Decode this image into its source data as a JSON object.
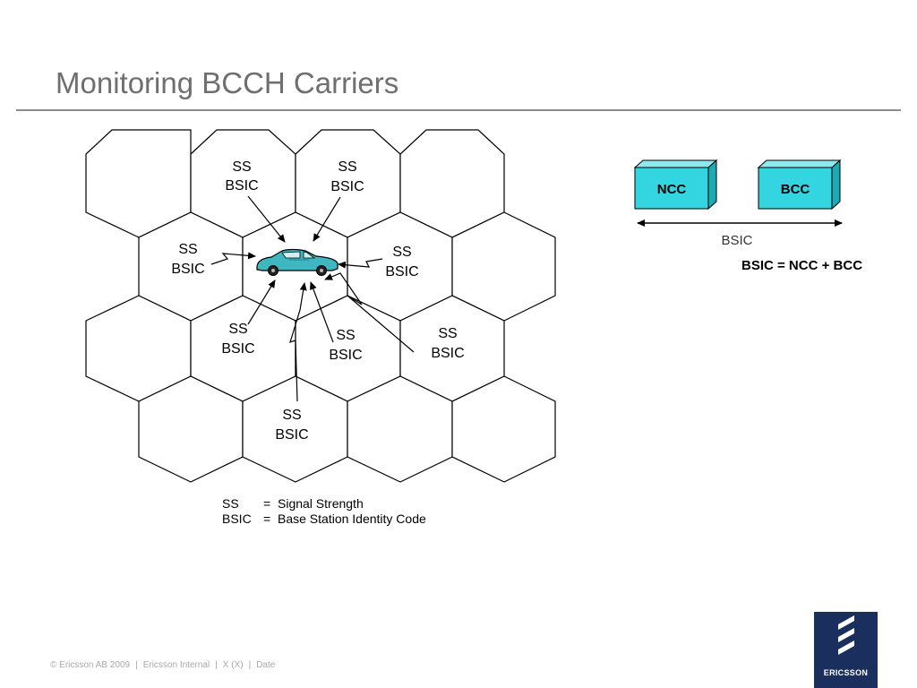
{
  "slide": {
    "title": "Monitoring BCCH Carriers"
  },
  "diagram": {
    "cell_labels": [
      {
        "line1": "SS",
        "line2": "BSIC"
      },
      {
        "line1": "SS",
        "line2": "BSIC"
      },
      {
        "line1": "SS",
        "line2": "BSIC"
      },
      {
        "line1": "SS",
        "line2": "BSIC"
      },
      {
        "line1": "SS",
        "line2": "BSIC"
      },
      {
        "line1": "SS",
        "line2": "BSIC"
      },
      {
        "line1": "SS",
        "line2": "BSIC"
      },
      {
        "line1": "SS",
        "line2": "BSIC"
      }
    ],
    "box_fill": "#33d6e0",
    "box_top_fill": "#8ee9ef",
    "box_side_fill": "#1fa9b4",
    "car_color": "#3fb7c0"
  },
  "bsic_panel": {
    "ncc_label": "NCC",
    "bcc_label": "BCC",
    "span_label": "BSIC",
    "formula": "BSIC = NCC + BCC"
  },
  "legend": [
    {
      "abbr": "SS",
      "eq": "=",
      "meaning": "Signal Strength"
    },
    {
      "abbr": "BSIC",
      "eq": "=",
      "meaning": "Base Station Identity Code"
    }
  ],
  "footer": {
    "copyright": "© Ericsson AB 2009",
    "classification": "Ericsson Internal",
    "doc_ref": "X (X)",
    "date": "Date",
    "separator": "|"
  },
  "logo": {
    "wordmark": "ERICSSON",
    "background": "#1a2f5e"
  }
}
